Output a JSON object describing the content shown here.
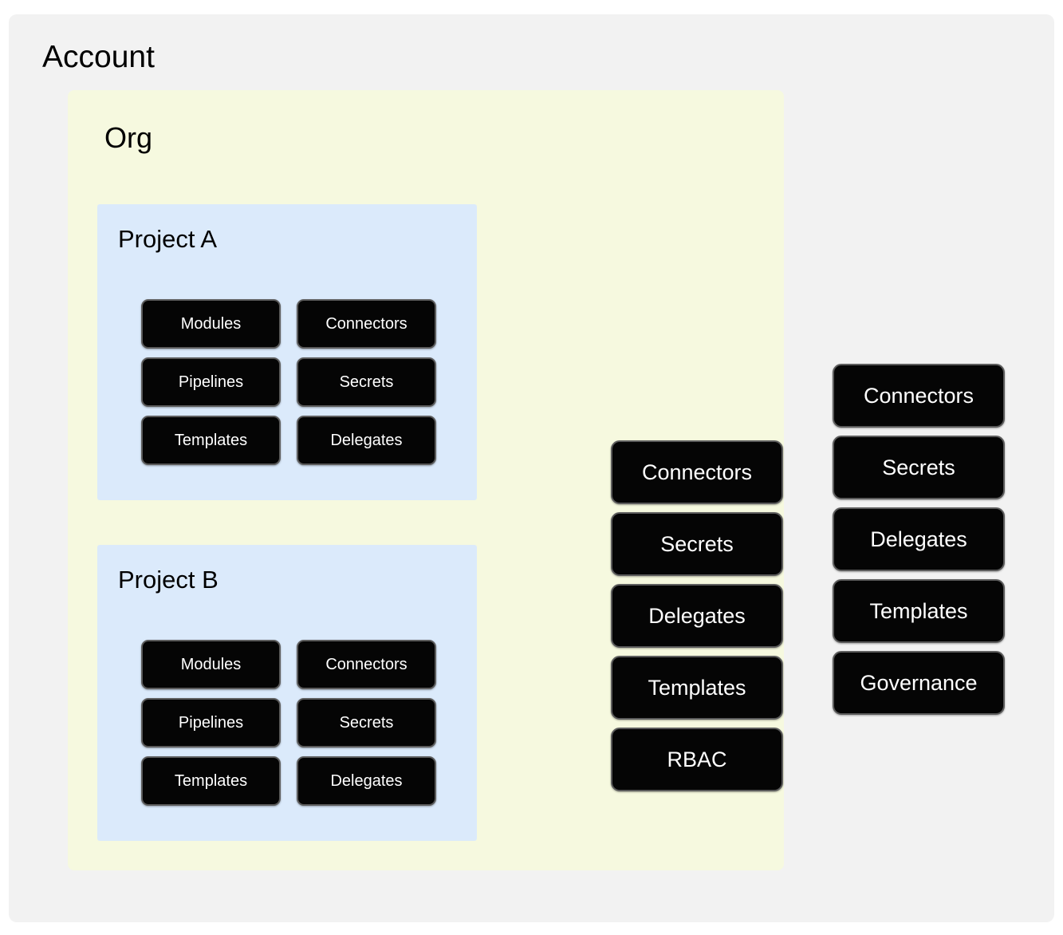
{
  "diagram": {
    "type": "nested-scope-hierarchy",
    "colors": {
      "account_background": "#f2f2f2",
      "org_background": "#f6f9df",
      "project_background": "#dbeafb",
      "chip_background": "#050505",
      "chip_border": "#5c5c5c",
      "chip_text": "#ffffff",
      "page_background": "#ffffff"
    }
  },
  "account": {
    "title": "Account",
    "resources": [
      {
        "label": "Connectors"
      },
      {
        "label": "Secrets"
      },
      {
        "label": "Delegates"
      },
      {
        "label": "Templates"
      },
      {
        "label": "Governance"
      }
    ]
  },
  "org": {
    "title": "Org",
    "resources": [
      {
        "label": "Connectors"
      },
      {
        "label": "Secrets"
      },
      {
        "label": "Delegates"
      },
      {
        "label": "Templates"
      },
      {
        "label": "RBAC"
      }
    ]
  },
  "projects": [
    {
      "title": "Project A",
      "resources": [
        {
          "label": "Modules"
        },
        {
          "label": "Connectors"
        },
        {
          "label": "Pipelines"
        },
        {
          "label": "Secrets"
        },
        {
          "label": "Templates"
        },
        {
          "label": "Delegates"
        }
      ]
    },
    {
      "title": "Project B",
      "resources": [
        {
          "label": "Modules"
        },
        {
          "label": "Connectors"
        },
        {
          "label": "Pipelines"
        },
        {
          "label": "Secrets"
        },
        {
          "label": "Templates"
        },
        {
          "label": "Delegates"
        }
      ]
    }
  ]
}
